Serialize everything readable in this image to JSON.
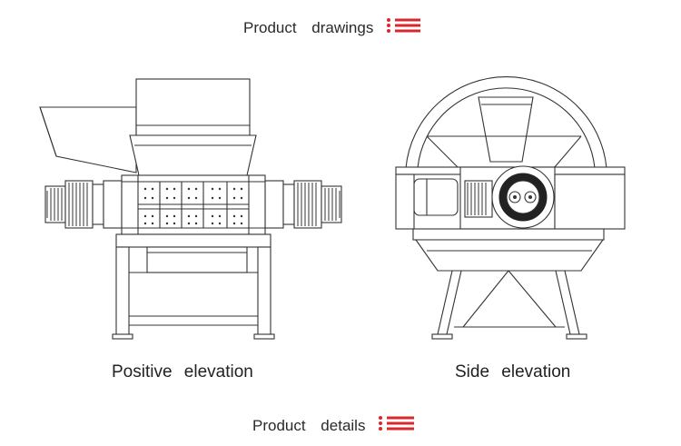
{
  "section_top": {
    "title": "Product drawings",
    "icon": "menu-lines-icon"
  },
  "section_bottom": {
    "title": "Product details",
    "icon": "menu-lines-icon"
  },
  "drawings": [
    {
      "caption": "Positive elevation"
    },
    {
      "caption": "Side elevation"
    }
  ],
  "colors": {
    "accent": "#d9272e",
    "line": "#333333",
    "text": "#222222"
  }
}
